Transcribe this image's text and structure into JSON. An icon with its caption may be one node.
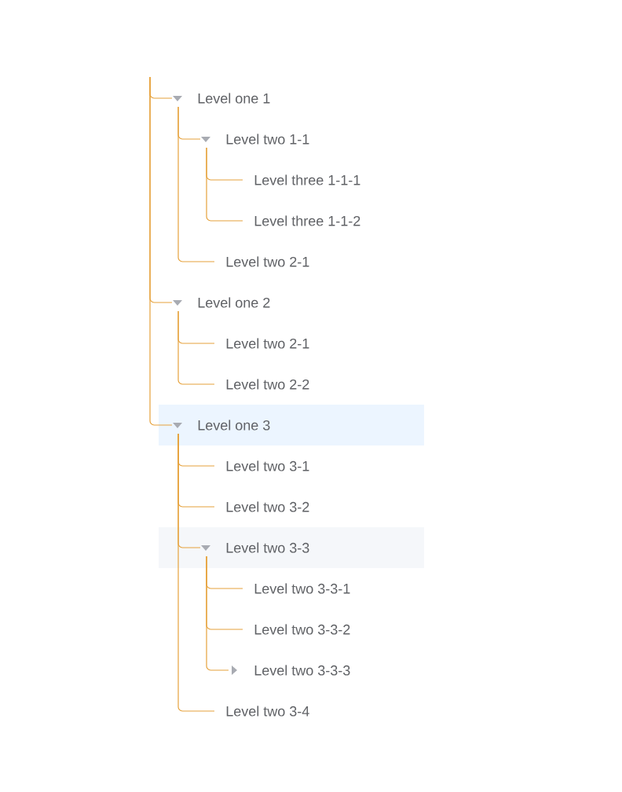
{
  "diagram": {
    "nodes": [
      {
        "text": [
          "Level one 1"
        ]
      },
      {
        "text": [
          "Level two 1-1"
        ]
      },
      {
        "text": [
          "Level three 1-1-1"
        ]
      },
      {
        "text": [
          "Level three 1-1-2"
        ]
      },
      {
        "text": [
          "Level two 2-1"
        ]
      },
      {
        "text": [
          "Level one 2"
        ]
      },
      {
        "text": [
          "Level two 2-1"
        ]
      },
      {
        "text": [
          "Level two 2-2"
        ]
      },
      {
        "text": [
          "Level one 3"
        ]
      },
      {
        "text": [
          "Level two 3-1"
        ]
      },
      {
        "text": [
          "Level two 3-2"
        ]
      },
      {
        "text": [
          "Level two 3-3"
        ]
      },
      {
        "text": [
          "Level two 3-3-1"
        ]
      },
      {
        "text": [
          "Level two 3-3-2"
        ]
      },
      {
        "text": [
          "Level two 3-3-3"
        ]
      },
      {
        "text": [
          "Level two 3-4"
        ]
      }
    ],
    "edges": [
      {
        "from": null,
        "to": 0,
        "arrow": "none"
      },
      {
        "from": 0,
        "to": 1,
        "arrow": "none"
      },
      {
        "from": 1,
        "to": 2,
        "arrow": "none"
      },
      {
        "from": 1,
        "to": 3,
        "arrow": "none"
      },
      {
        "from": 0,
        "to": 4,
        "arrow": "none"
      },
      {
        "from": null,
        "to": 5,
        "arrow": "none"
      },
      {
        "from": 5,
        "to": 6,
        "arrow": "none"
      },
      {
        "from": 5,
        "to": 7,
        "arrow": "none"
      },
      {
        "from": null,
        "to": 8,
        "arrow": "none"
      },
      {
        "from": 8,
        "to": 9,
        "arrow": "none"
      },
      {
        "from": 8,
        "to": 10,
        "arrow": "none"
      },
      {
        "from": 8,
        "to": 11,
        "arrow": "none"
      },
      {
        "from": 11,
        "to": 12,
        "arrow": "none"
      },
      {
        "from": 11,
        "to": 13,
        "arrow": "none"
      },
      {
        "from": 11,
        "to": 14,
        "arrow": "none"
      },
      {
        "from": 8,
        "to": 15,
        "arrow": "none"
      }
    ]
  }
}
